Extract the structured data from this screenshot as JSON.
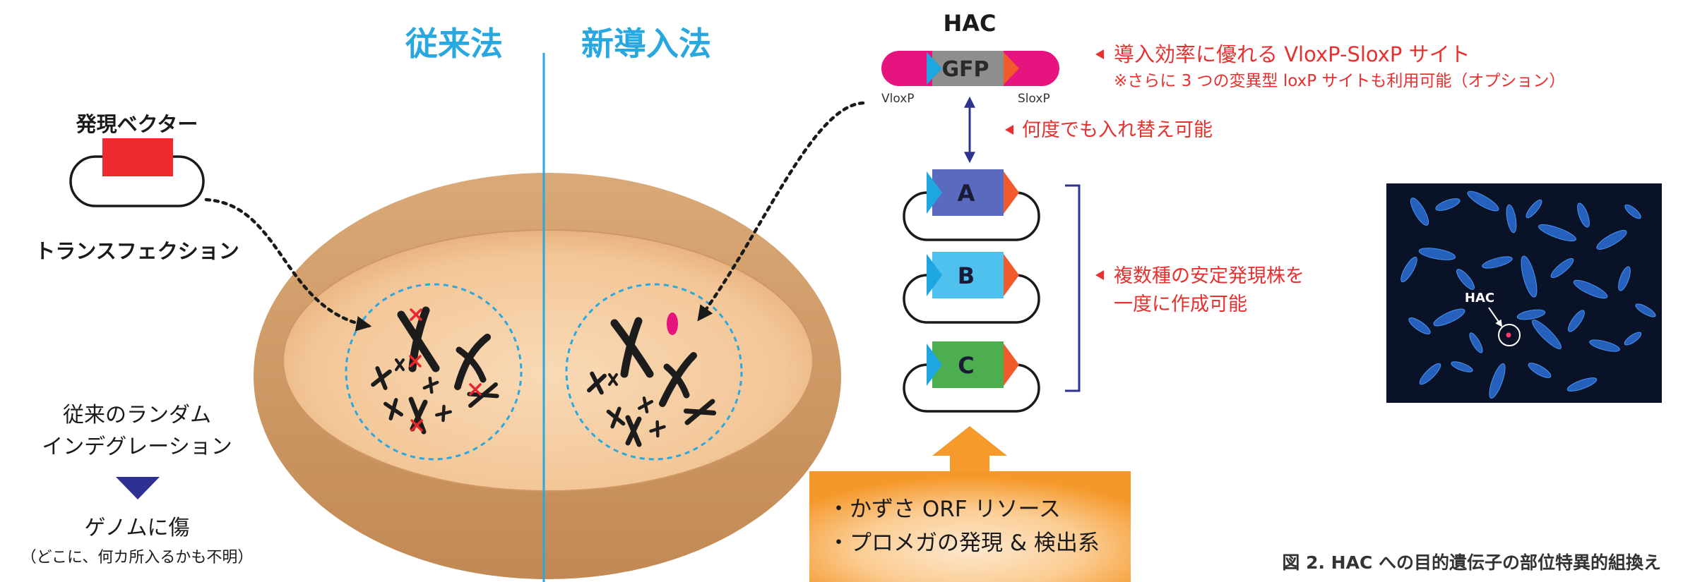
{
  "figure": {
    "caption": "図 2. HAC への目的遺伝子の部位特異的組換え"
  },
  "methods": {
    "conventional_label": "従来法",
    "new_label": "新導入法"
  },
  "conventional": {
    "vector_label": "発現ベクター",
    "transfection_label": "トランスフェクション",
    "integration_line1": "従来のランダム",
    "integration_line2": "インデグレーション",
    "result_line1": "ゲノムに傷",
    "result_line2": "（どこに、何カ所入るかも不明）"
  },
  "hac": {
    "title": "HAC",
    "gene_label": "GFP",
    "left_site_label": "VloxP",
    "right_site_label": "SloxP",
    "site_note": "導入効率に優れる VloxP-SloxP サイト",
    "site_subnote": "※さらに 3 つの変異型 loxP サイトも利用可能（オプション）",
    "swap_note": "何度でも入れ替え可能"
  },
  "constructs": {
    "items": [
      {
        "label": "A",
        "color": "#5a6bbf"
      },
      {
        "label": "B",
        "color": "#4fc1ef"
      },
      {
        "label": "C",
        "color": "#4cae4f"
      }
    ],
    "note_line1": "複数種の安定発現株を",
    "note_line2": "一度に作成可能"
  },
  "resources": {
    "line1": "・かずさ ORF リソース",
    "line2": "・プロメガの発現 & 検出系"
  },
  "micrograph": {
    "label": "HAC"
  },
  "colors": {
    "method_cyan": "#29a8e0",
    "note_red": "#e8302f",
    "vector_red": "#ee2a2f",
    "hac_magenta": "#e5147f",
    "gfp_gray": "#8e8e8e",
    "navy": "#2e3192",
    "loxp_blue": "#1ea6e0",
    "loxp_orange": "#f15a2b",
    "micrograph_background": "#0a1228"
  }
}
